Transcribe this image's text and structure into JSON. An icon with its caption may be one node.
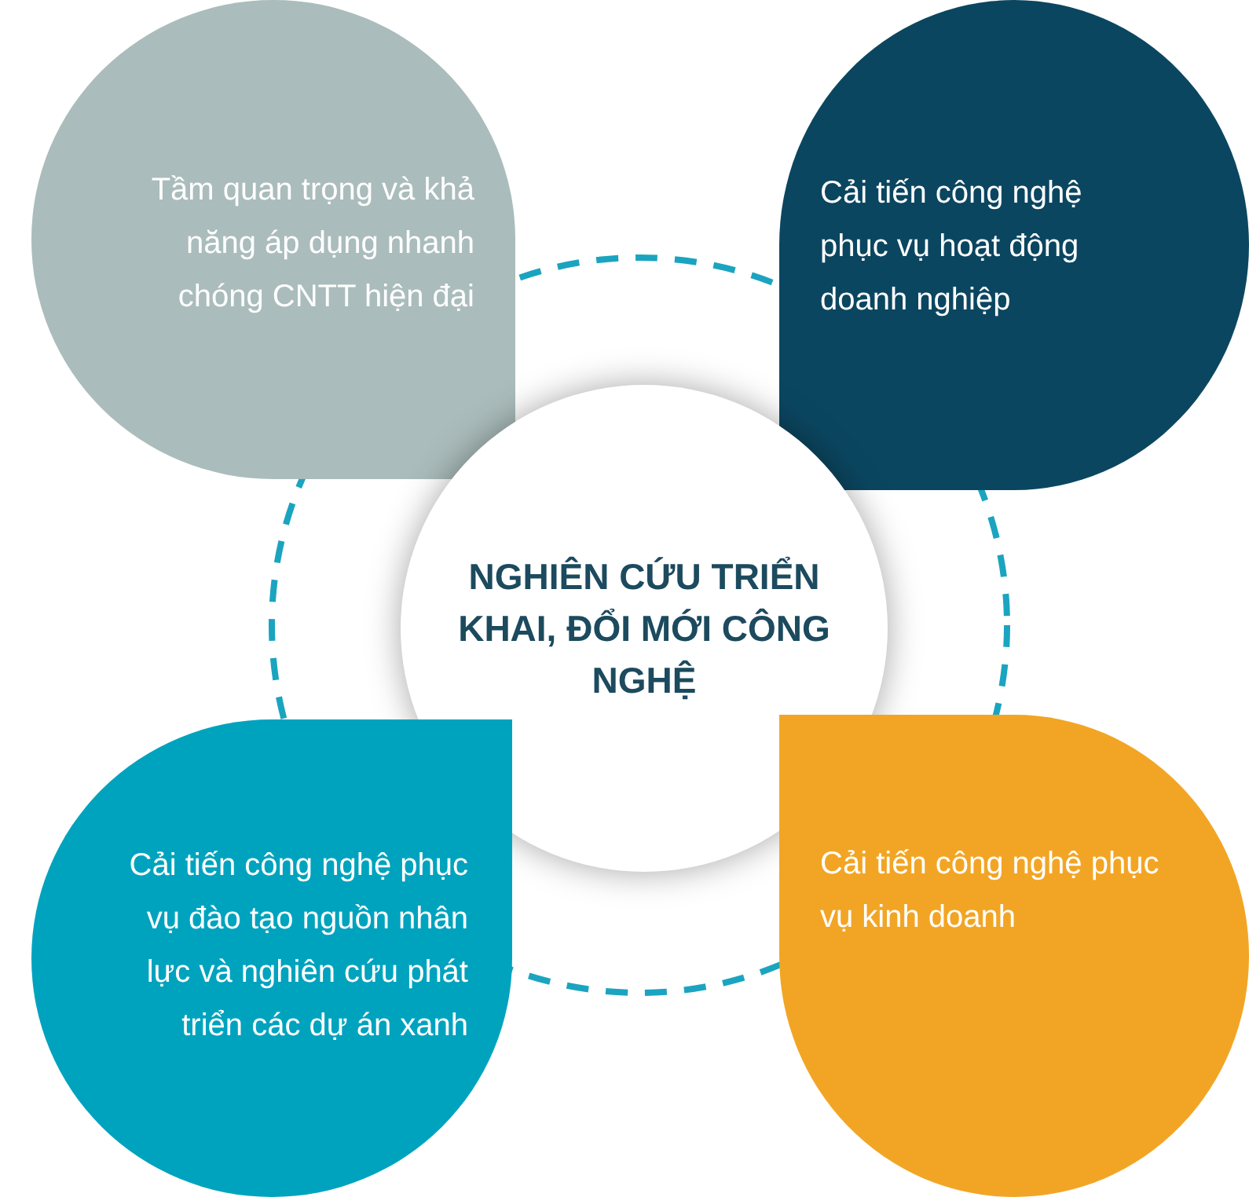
{
  "diagram": {
    "nodes": [
      {
        "text": [
          "Tầm quan trọng và khả năng áp dụng nhanh chóng CNTT hiện đại"
        ]
      },
      {
        "text": [
          "Cải tiến công nghệ phục vụ hoạt động doanh nghiệp"
        ]
      },
      {
        "text": [
          "NGHIÊN CỨU TRIỂN KHAI, ĐỔI MỚI CÔNG NGHỆ"
        ]
      },
      {
        "text": [
          "Cải tiến công nghệ phục vụ đào tạo nguồn nhân lực và nghiên cứu phát triển các dự án xanh"
        ]
      },
      {
        "text": [
          "Cải tiến công nghệ phục vụ kinh doanh"
        ]
      }
    ]
  }
}
